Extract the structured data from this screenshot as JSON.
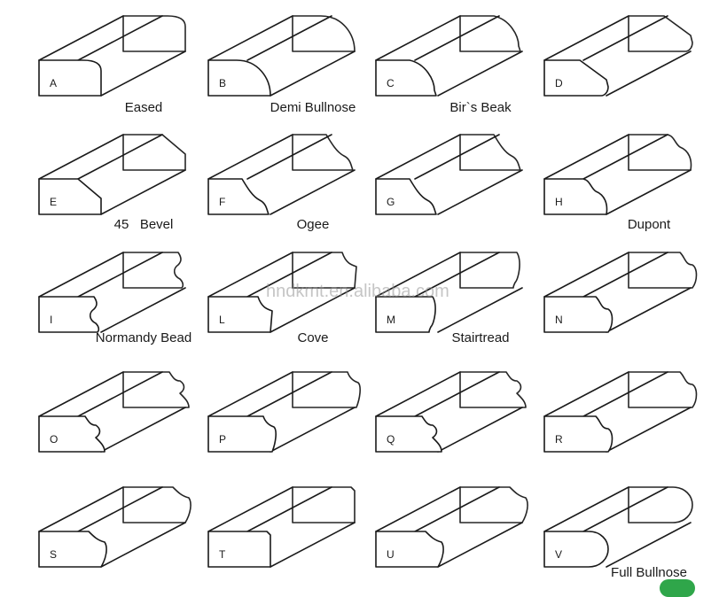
{
  "profiles": [
    {
      "letter": "A",
      "caption": "Eased",
      "shape": "eased"
    },
    {
      "letter": "B",
      "caption": "Demi Bullnose",
      "shape": "demi"
    },
    {
      "letter": "C",
      "caption": "Bir`s Beak",
      "shape": "beak"
    },
    {
      "letter": "D",
      "caption": "",
      "shape": "bevelTop"
    },
    {
      "letter": "E",
      "caption": "45   Bevel",
      "shape": "bevel45"
    },
    {
      "letter": "F",
      "caption": "Ogee",
      "shape": "ogee"
    },
    {
      "letter": "G",
      "caption": "",
      "shape": "ogee"
    },
    {
      "letter": "H",
      "caption": "Dupont",
      "shape": "dupont"
    },
    {
      "letter": "I",
      "caption": "Normandy Bead",
      "shape": "normandy"
    },
    {
      "letter": "L",
      "caption": "Cove",
      "shape": "cove"
    },
    {
      "letter": "M",
      "caption": "Stairtread",
      "shape": "stair"
    },
    {
      "letter": "N",
      "caption": "",
      "shape": "roundCove"
    },
    {
      "letter": "O",
      "caption": "",
      "shape": "triple"
    },
    {
      "letter": "P",
      "caption": "",
      "shape": "ogeeFillet"
    },
    {
      "letter": "Q",
      "caption": "",
      "shape": "triple"
    },
    {
      "letter": "R",
      "caption": "",
      "shape": "roundCove"
    },
    {
      "letter": "S",
      "caption": "",
      "shape": "coveBottom"
    },
    {
      "letter": "T",
      "caption": "",
      "shape": "roundTop"
    },
    {
      "letter": "U",
      "caption": "",
      "shape": "coveBottom"
    },
    {
      "letter": "V",
      "caption": "Full Bullnose",
      "shape": "full"
    }
  ],
  "watermark": "hndkmt.en.alibaba.com"
}
